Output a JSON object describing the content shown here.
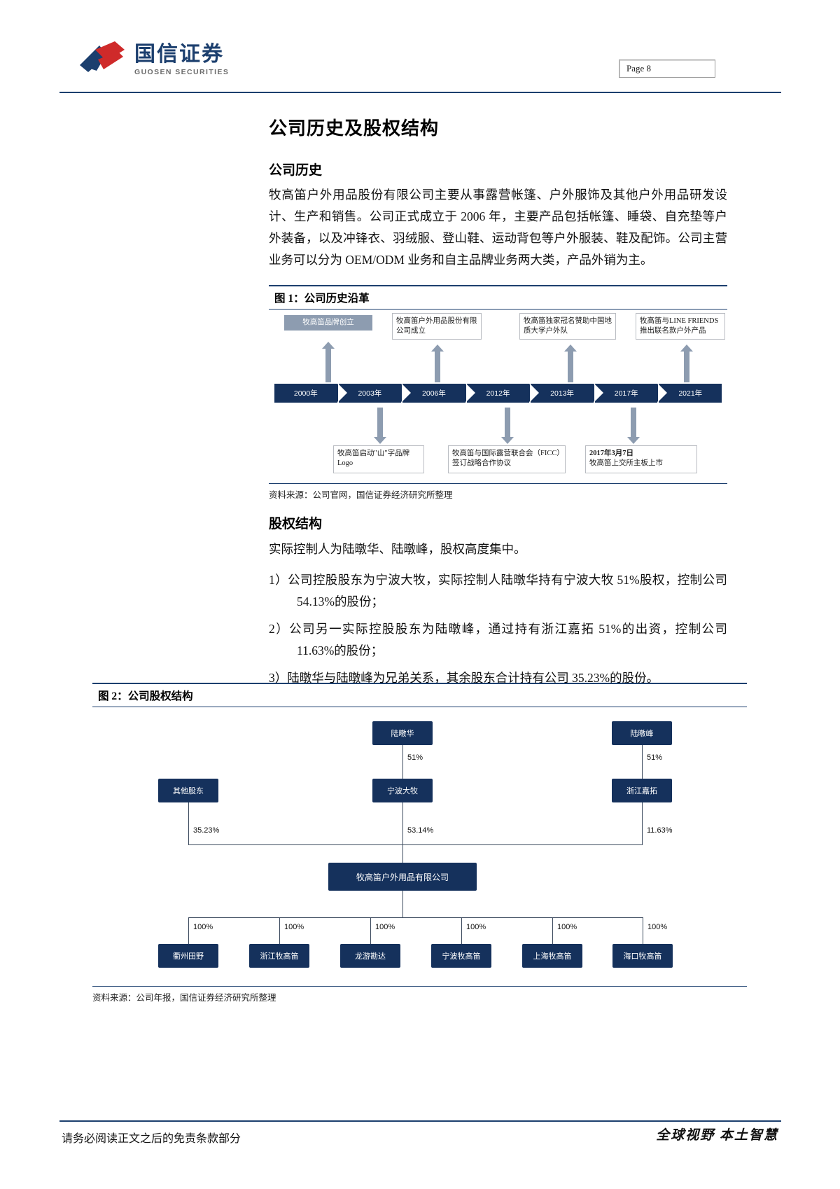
{
  "header": {
    "logo_cn": "国信证券",
    "logo_en": "GUOSEN SECURITIES",
    "page_label": "Page 8",
    "brand_blue": "#1c3f6e",
    "brand_red": "#cf2a2a"
  },
  "section": {
    "title": "公司历史及股权结构",
    "history_heading": "公司历史",
    "history_paragraph": "牧高笛户外用品股份有限公司主要从事露营帐篷、户外服饰及其他户外用品研发设计、生产和销售。公司正式成立于 2006 年，主要产品包括帐篷、睡袋、自充垫等户外装备，以及冲锋衣、羽绒服、登山鞋、运动背包等户外服装、鞋及配饰。公司主营业务可以分为 OEM/ODM 业务和自主品牌业务两大类，产品外销为主。",
    "equity_heading": "股权结构",
    "equity_lead": "实际控制人为陆暾华、陆暾峰，股权高度集中。",
    "equity_items": [
      "1）公司控股股东为宁波大牧，实际控制人陆暾华持有宁波大牧 51%股权，控制公司 54.13%的股份；",
      "2）公司另一实际控股股东为陆暾峰，通过持有浙江嘉拓 51%的出资，控制公司 11.63%的股份；",
      "3）陆暾华与陆暾峰为兄弟关系，其余股东合计持有公司 35.23%的股份。"
    ]
  },
  "figure1": {
    "caption": "图 1：公司历史沿革",
    "source": "资料来源：公司官网，国信证券经济研究所整理",
    "years": [
      "2000年",
      "2003年",
      "2006年",
      "2012年",
      "2013年",
      "2017年",
      "2021年"
    ],
    "top_events": [
      {
        "year": "2000年",
        "text": "牧高笛品牌创立",
        "filled": true
      },
      {
        "year": "2006年",
        "text": "牧高笛户外用品股份有限公司成立",
        "filled": false
      },
      {
        "year": "2013年",
        "text": "牧高笛独家冠名赞助中国地质大学户外队",
        "filled": false
      },
      {
        "year": "2021年",
        "text": "牧高笛与LINE FRIENDS推出联名款户外产品",
        "filled": false
      }
    ],
    "bottom_events": [
      {
        "year": "2003年",
        "text": "牧高笛启动\"山\"字品牌Logo",
        "bold": false
      },
      {
        "year": "2012年",
        "text": "牧高笛与国际露营联合会（FICC）签订战略合作协议",
        "bold": false
      },
      {
        "year": "2017年",
        "text_bold": "2017年3月7日",
        "text": "牧高笛上交所主板上市",
        "bold": true
      }
    ],
    "colors": {
      "bar": "#15315c",
      "arrow": "#8d9cb0",
      "box_fill": "#8d9cb0"
    }
  },
  "figure2": {
    "caption": "图 2：公司股权结构",
    "source": "资料来源：公司年报，国信证券经济研究所整理",
    "node_color": "#15315c",
    "persons": [
      {
        "id": "lu-dunhua",
        "label": "陆暾华"
      },
      {
        "id": "lu-dunfeng",
        "label": "陆暾峰"
      }
    ],
    "holdings": [
      {
        "id": "other-shareholders",
        "label": "其他股东",
        "pct": "35.23%"
      },
      {
        "id": "ningbo-damu",
        "label": "宁波大牧",
        "pct": "53.14%",
        "from_person_pct": "51%"
      },
      {
        "id": "zhejiang-jiatuo",
        "label": "浙江嘉拓",
        "pct": "11.63%",
        "from_person_pct": "51%"
      }
    ],
    "company": {
      "id": "mobigarden",
      "label": "牧高笛户外用品有限公司"
    },
    "subsidiaries": [
      {
        "label": "衢州田野",
        "pct": "100%"
      },
      {
        "label": "浙江牧高笛",
        "pct": "100%"
      },
      {
        "label": "龙游勘达",
        "pct": "100%"
      },
      {
        "label": "宁波牧高笛",
        "pct": "100%"
      },
      {
        "label": "上海牧高笛",
        "pct": "100%"
      },
      {
        "label": "海口牧高笛",
        "pct": "100%"
      }
    ]
  },
  "footer": {
    "disclaimer": "请务必阅读正文之后的免责条款部分",
    "slogan": "全球视野  本土智慧"
  }
}
